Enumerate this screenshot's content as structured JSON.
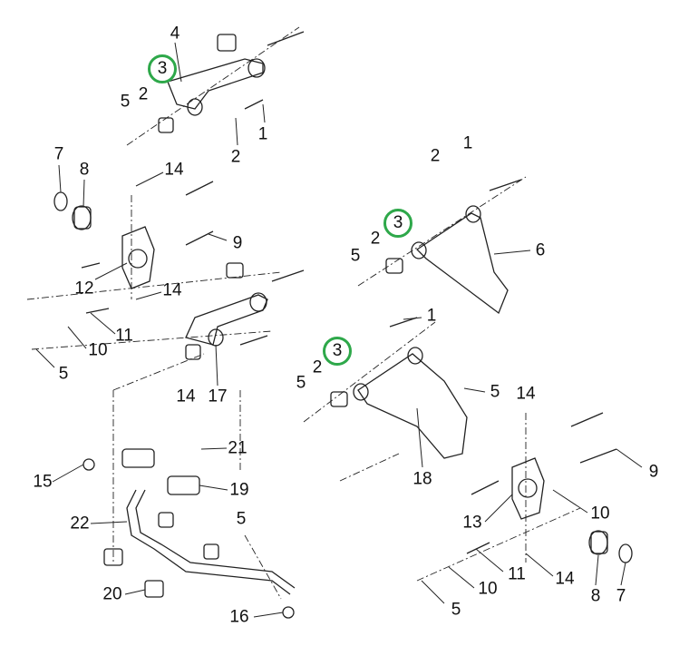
{
  "highlight_color": "#2ea84a",
  "callouts": [
    "4",
    "3",
    "2",
    "5",
    "2",
    "1",
    "7",
    "8",
    "14",
    "9",
    "12",
    "14",
    "11",
    "10",
    "5",
    "17",
    "2",
    "1",
    "3",
    "2",
    "5",
    "6",
    "1",
    "3",
    "2",
    "5",
    "5",
    "14",
    "18",
    "14",
    "21",
    "15",
    "19",
    "22",
    "5",
    "20",
    "16",
    "9",
    "10",
    "13",
    "11",
    "10",
    "14",
    "8",
    "7",
    "5"
  ]
}
